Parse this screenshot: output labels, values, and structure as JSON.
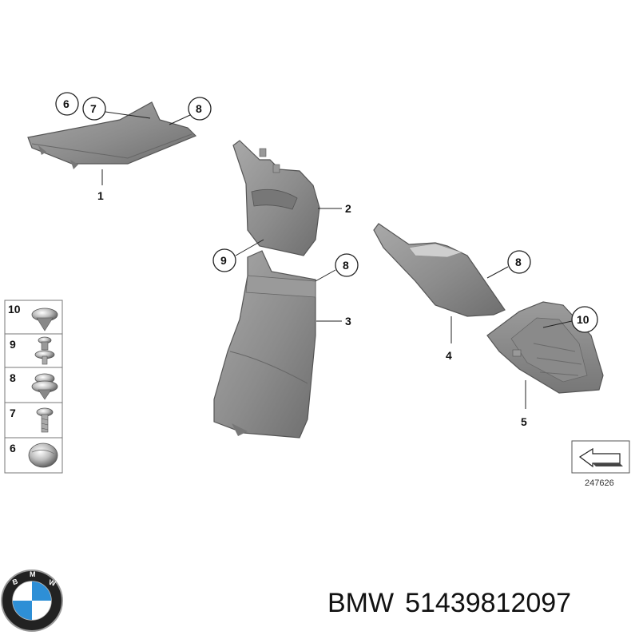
{
  "callouts": {
    "part1": "1",
    "part2": "2",
    "part3": "3",
    "part4": "4",
    "part5": "5",
    "c6": "6",
    "c7": "7",
    "c8a": "8",
    "c8b": "8",
    "c8c": "8",
    "c9": "9",
    "c10": "10"
  },
  "legend": {
    "r10": "10",
    "r9": "9",
    "r8": "8",
    "r7": "7",
    "r6": "6"
  },
  "diagram_id": "247626",
  "brand": "BMW",
  "part_number": "51439812097",
  "logo_text": "BMW",
  "colors": {
    "part_fill": "#8e8e8e",
    "part_edge": "#5a5a5a",
    "logo_blue": "#2e8fd6"
  }
}
